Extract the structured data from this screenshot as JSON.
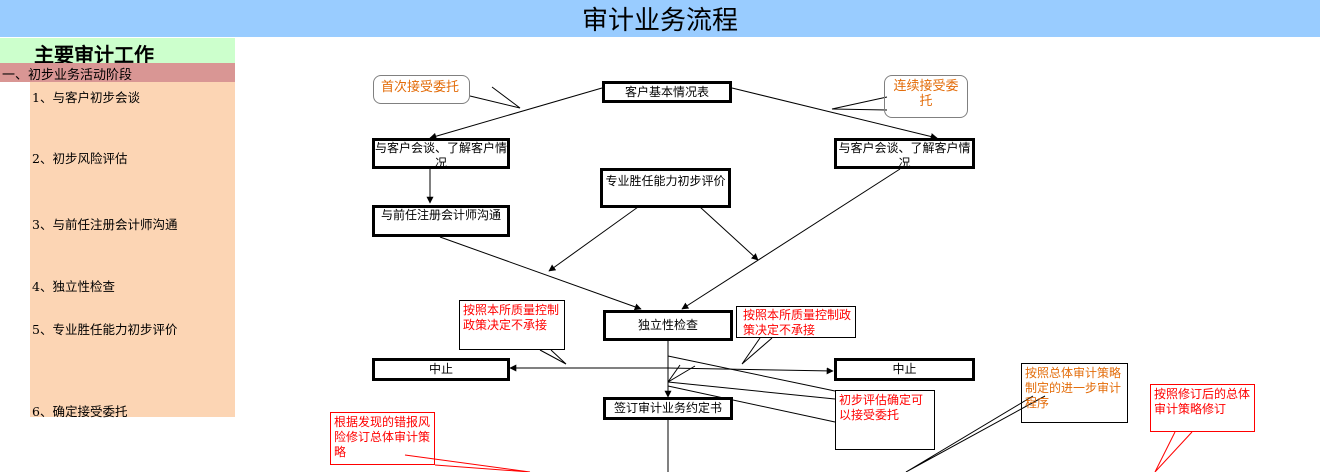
{
  "title": "审计业务流程",
  "left_panel": {
    "heading": "主要审计工作",
    "phase": "一、初步业务活动阶段",
    "steps": [
      "1、与客户初步会谈",
      "2、初步风险评估",
      "3、与前任注册会计师沟通",
      "4、独立性检查",
      "5、专业胜任能力初步评价",
      "6、确定接受委托"
    ]
  },
  "flow": {
    "client_info": "客户基本情况表",
    "talk_left": "与客户会谈、了解客户情况",
    "talk_right": "与客户会谈、了解客户情况",
    "competence": "专业胜任能力初步评价",
    "predecessor": "与前任注册会计师沟通",
    "independence": "独立性检查",
    "stop_left": "中止",
    "stop_right": "中止",
    "engagement": "签订审计业务约定书"
  },
  "notes": {
    "first_accept": "首次接受委托",
    "continue_accept": "连续接受委托",
    "decline_left": "按照本所质量控制政策决定不承接",
    "decline_right": "按照本所质量控制政策决定不承接",
    "prelim_eval": "初步评估确定可以接受委托",
    "further_program": "按照总体审计策略制定的进一步审计程序",
    "revised_strategy": "按照修订后的总体审计策略修订",
    "revise_by_risk": "根据发现的错报风险修订总体审计策略"
  },
  "colors": {
    "title_bg": "#99ccff",
    "heading_bg": "#ccffcc",
    "phase_bg": "#d99694",
    "steps_bg": "#fcd5b4",
    "orange": "#e36c09",
    "red": "#ff0000"
  }
}
